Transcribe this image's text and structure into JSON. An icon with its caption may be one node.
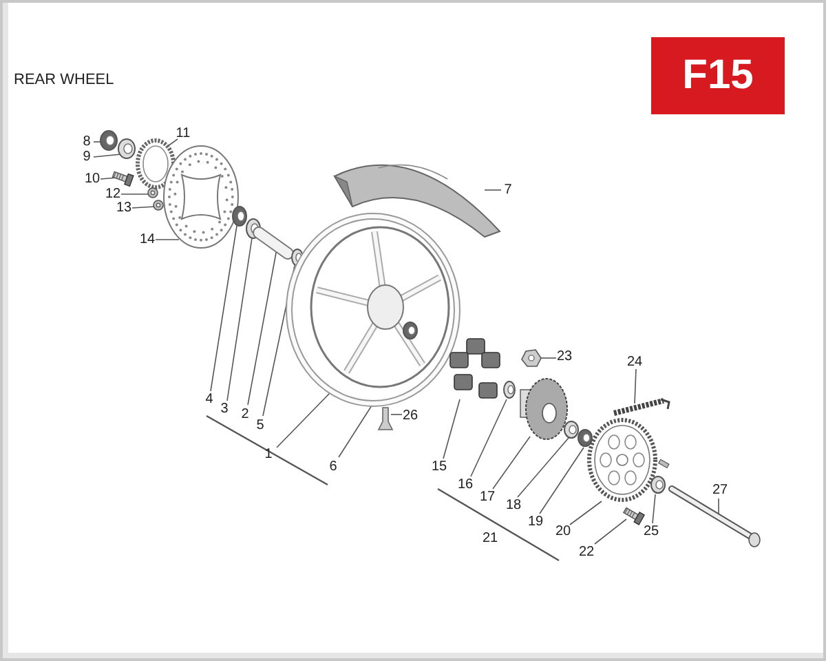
{
  "diagram": {
    "title": "REAR WHEEL",
    "nodes": [
      {
        "text": [
          "8"
        ]
      },
      {
        "text": [],
        "shape": "picture"
      },
      {
        "text": [
          "9"
        ]
      },
      {
        "text": [],
        "shape": "picture"
      },
      {
        "text": [
          "11"
        ]
      },
      {
        "text": [],
        "shape": "picture"
      },
      {
        "text": [
          "10"
        ]
      },
      {
        "text": [],
        "shape": "picture"
      },
      {
        "text": [
          "12"
        ]
      },
      {
        "text": [],
        "shape": "picture"
      },
      {
        "text": [
          "13"
        ]
      },
      {
        "text": [],
        "shape": "picture"
      },
      {
        "text": [
          "14"
        ]
      },
      {
        "text": [],
        "shape": "picture"
      },
      {
        "text": [
          "4"
        ]
      },
      {
        "text": [],
        "shape": "picture"
      },
      {
        "text": [
          "3"
        ]
      },
      {
        "text": [],
        "shape": "picture"
      },
      {
        "text": [
          "2"
        ]
      },
      {
        "text": [],
        "shape": "picture"
      },
      {
        "text": [
          "5"
        ]
      },
      {
        "text": [],
        "shape": "picture"
      },
      {
        "text": [
          "7"
        ]
      },
      {
        "text": [],
        "shape": "picture"
      },
      {
        "text": [
          "6"
        ]
      },
      {
        "text": [],
        "shape": "picture"
      },
      {
        "text": [
          "26"
        ]
      },
      {
        "text": [],
        "shape": "picture"
      },
      {
        "text": [
          "15"
        ]
      },
      {
        "text": [],
        "shape": "picture"
      },
      {
        "text": [
          "16"
        ]
      },
      {
        "text": [],
        "shape": "picture"
      },
      {
        "text": [
          "17"
        ]
      },
      {
        "text": [],
        "shape": "picture"
      },
      {
        "text": [
          "18"
        ]
      },
      {
        "text": [],
        "shape": "picture"
      },
      {
        "text": [
          "19"
        ]
      },
      {
        "text": [],
        "shape": "picture"
      },
      {
        "text": [
          "20"
        ]
      },
      {
        "text": [],
        "shape": "picture"
      },
      {
        "text": [
          "22"
        ]
      },
      {
        "text": [],
        "shape": "picture"
      },
      {
        "text": [
          "23"
        ]
      },
      {
        "text": [],
        "shape": "picture"
      },
      {
        "text": [
          "24"
        ]
      },
      {
        "text": [],
        "shape": "picture"
      },
      {
        "text": [
          "25"
        ]
      },
      {
        "text": [],
        "shape": "picture"
      },
      {
        "text": [
          "27"
        ]
      },
      {
        "text": [],
        "shape": "picture"
      },
      {
        "text": [
          "1"
        ]
      }
    ],
    "edges": [
      {
        "from": 0,
        "to": 1,
        "arrow": "none"
      },
      {
        "from": 2,
        "to": 3,
        "arrow": "none"
      },
      {
        "from": 4,
        "to": 5,
        "arrow": "none"
      },
      {
        "from": 6,
        "to": 7,
        "arrow": "none"
      },
      {
        "from": 8,
        "to": 9,
        "arrow": "none"
      },
      {
        "from": 10,
        "to": 11,
        "arrow": "none"
      },
      {
        "from": 12,
        "to": 13,
        "arrow": "none"
      },
      {
        "from": 14,
        "to": 15,
        "arrow": "none"
      },
      {
        "from": 16,
        "to": 17,
        "arrow": "none"
      },
      {
        "from": 18,
        "to": 19,
        "arrow": "none"
      },
      {
        "from": 20,
        "to": 21,
        "arrow": "none"
      },
      {
        "from": 22,
        "to": 23,
        "arrow": "none"
      },
      {
        "from": 24,
        "to": 25,
        "arrow": "none"
      },
      {
        "from": 26,
        "to": 27,
        "arrow": "none"
      },
      {
        "from": 28,
        "to": 29,
        "arrow": "none"
      },
      {
        "from": 30,
        "to": 31,
        "arrow": "none"
      },
      {
        "from": 32,
        "to": 33,
        "arrow": "none"
      },
      {
        "from": 34,
        "to": 35,
        "arrow": "none"
      },
      {
        "from": 36,
        "to": 37,
        "arrow": "none"
      },
      {
        "from": 38,
        "to": 39,
        "arrow": "none"
      },
      {
        "from": 40,
        "to": 41,
        "arrow": "none"
      },
      {
        "from": 42,
        "to": 43,
        "arrow": "none"
      },
      {
        "from": 44,
        "to": 45,
        "arrow": "none"
      },
      {
        "from": 46,
        "to": 47,
        "arrow": "none"
      },
      {
        "from": 48,
        "to": 49,
        "arrow": "none"
      },
      {
        "from": 50,
        "to": 25,
        "arrow": "none"
      }
    ],
    "labels": [
      "F15",
      "21"
    ]
  }
}
